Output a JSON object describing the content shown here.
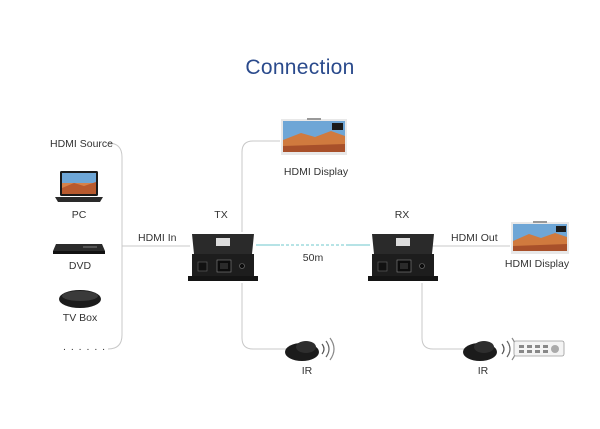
{
  "title": "Connection",
  "source": {
    "heading": "HDMI Source",
    "items": [
      "PC",
      "DVD",
      "TV Box"
    ],
    "more": ". . . . . ."
  },
  "tx": {
    "label": "TX",
    "input_label": "HDMI In",
    "display_label": "HDMI Display",
    "ir_label": "IR"
  },
  "link": {
    "distance": "50m"
  },
  "rx": {
    "label": "RX",
    "output_label": "HDMI Out",
    "display_label": "HDMI Display",
    "ir_label": "IR"
  },
  "colors": {
    "title": "#2a4a8c",
    "line": "#c8c8c8",
    "link": "#6fc8cc",
    "device": "#1d1d1d"
  }
}
